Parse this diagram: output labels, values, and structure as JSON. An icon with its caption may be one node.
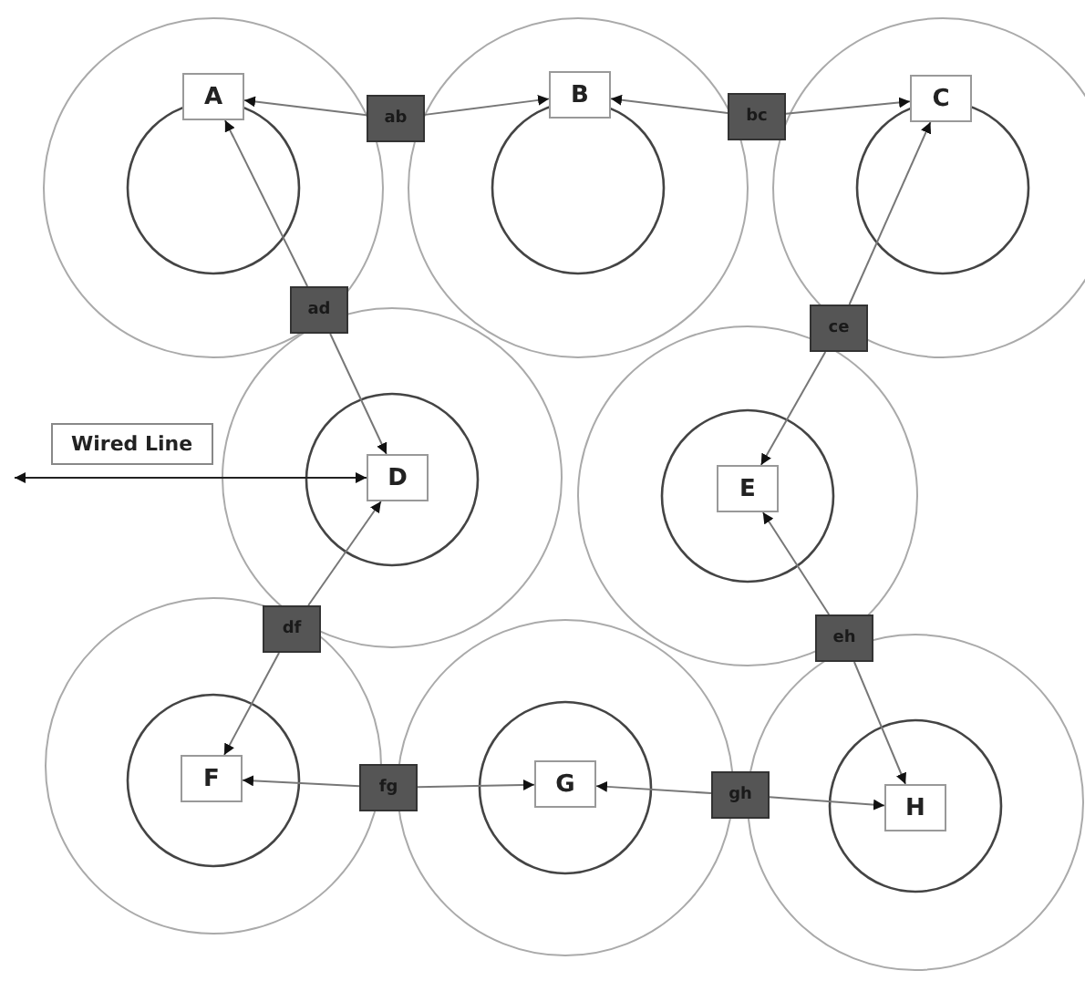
{
  "diagram": {
    "nodes": [
      {
        "text": [
          "A"
        ]
      },
      {
        "text": [
          "ab"
        ]
      },
      {
        "text": [
          "B"
        ]
      },
      {
        "text": [
          "bc"
        ]
      },
      {
        "text": [
          "C"
        ]
      },
      {
        "text": [
          "ad"
        ]
      },
      {
        "text": [
          "ce"
        ]
      },
      {
        "text": [
          "D"
        ]
      },
      {
        "text": [
          "E"
        ]
      },
      {
        "text": [
          "df"
        ]
      },
      {
        "text": [
          "eh"
        ]
      },
      {
        "text": [
          "F"
        ]
      },
      {
        "text": [
          "fg"
        ]
      },
      {
        "text": [
          "G"
        ]
      },
      {
        "text": [
          "gh"
        ]
      },
      {
        "text": [
          "H"
        ]
      }
    ],
    "edges": [
      {
        "from": 1,
        "to": 0,
        "arrow": "to"
      },
      {
        "from": 1,
        "to": 2,
        "arrow": "to"
      },
      {
        "from": 3,
        "to": 2,
        "arrow": "to"
      },
      {
        "from": 3,
        "to": 4,
        "arrow": "to"
      },
      {
        "from": 5,
        "to": 0,
        "arrow": "to"
      },
      {
        "from": 5,
        "to": 7,
        "arrow": "to"
      },
      {
        "from": 6,
        "to": 4,
        "arrow": "to"
      },
      {
        "from": 6,
        "to": 8,
        "arrow": "to"
      },
      {
        "from": null,
        "to": 7,
        "arrow": "both",
        "label": "Wired Line"
      },
      {
        "from": 9,
        "to": 7,
        "arrow": "to"
      },
      {
        "from": 9,
        "to": 11,
        "arrow": "to"
      },
      {
        "from": 10,
        "to": 8,
        "arrow": "to"
      },
      {
        "from": 10,
        "to": 15,
        "arrow": "to"
      },
      {
        "from": 12,
        "to": 11,
        "arrow": "to"
      },
      {
        "from": 12,
        "to": 13,
        "arrow": "to"
      },
      {
        "from": 14,
        "to": 13,
        "arrow": "to"
      },
      {
        "from": 14,
        "to": 15,
        "arrow": "to"
      }
    ]
  }
}
